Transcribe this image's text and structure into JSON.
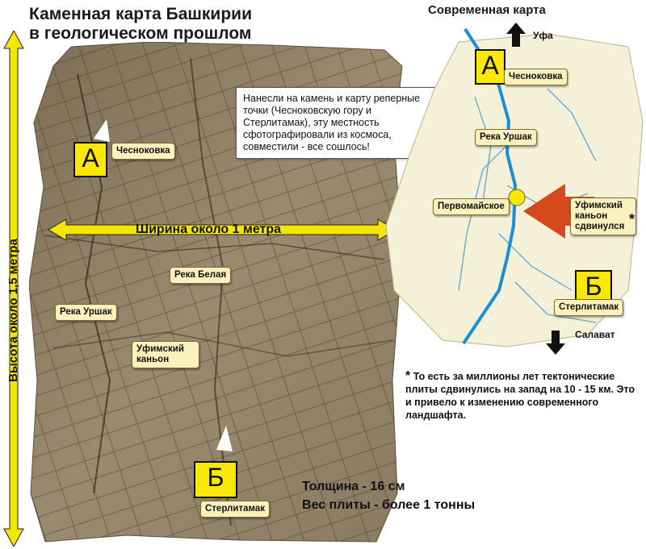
{
  "left_panel": {
    "title_line1": "Каменная карта Башкирии",
    "title_line2": "в геологическом прошлом",
    "width_label": "Ширина около 1 метра",
    "height_label": "Высота около 1,5 метра",
    "letter_a": "А",
    "letter_b": "Б",
    "labels": {
      "chesnokovka": "Чесноковка",
      "reka_belaya": "Река Белая",
      "reka_urshak": "Река Уршак",
      "ufimsky_kanyon": "Уфимский каньон",
      "sterlitamak": "Стерлитамак"
    },
    "note_text": "Нанесли на камень и карту реперные точки (Чесноковскую гору и Стерлитамак), эту местность сфотографировали из космоса, совместили - все сошлось!",
    "thickness": "Толщина - 16 см",
    "weight": "Вес плиты - более 1 тонны"
  },
  "right_panel": {
    "title": "Современная карта",
    "ufa": "Уфа",
    "salavat": "Салават",
    "letter_a": "А",
    "letter_b": "Б",
    "labels": {
      "chesnokovka": "Чесноковка",
      "reka_urshak": "Река Уршак",
      "pervomayskoe": "Первомайское",
      "kanyon_shifted": "Уфимский каньон сдвинулся",
      "asterisk": "*",
      "sterlitamak": "Стерлитамак"
    },
    "footnote_asterisk": "*",
    "footnote_text": "То есть за миллионы лет тектонические плиты сдвинулись на запад на 10 - 15 км. Это и привело к изменению современного ландшафта."
  },
  "colors": {
    "yellow_arrow": "#f4e600",
    "orange_arrow": "#d6491c",
    "river_blue": "#1b8fd6",
    "map_bg": "#f5f0d8",
    "stone": "#8a7a60"
  }
}
